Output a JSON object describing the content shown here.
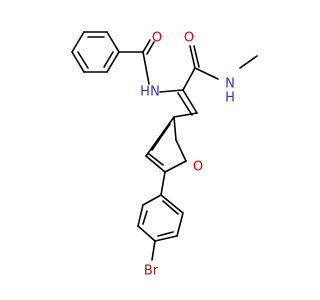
{
  "atoms": {
    "o_amide1": {
      "text": "O",
      "color": "#e00000"
    },
    "nh_amide1": {
      "text": "N",
      "color": "#3333cc"
    },
    "nh_amide1_h": {
      "text": "H",
      "color": "#3333cc"
    },
    "o_amide2": {
      "text": "O",
      "color": "#e00000"
    },
    "nh_amide2": {
      "text": "N",
      "color": "#3333cc"
    },
    "nh_amide2_h": {
      "text": "H",
      "color": "#3333cc"
    },
    "o_furan": {
      "text": "O",
      "color": "#e00000"
    },
    "br": {
      "text": "Br",
      "color": "#8b2a0a"
    }
  },
  "colors": {
    "bond": "#000000",
    "nitrogen": "#3333cc",
    "oxygen": "#e00000",
    "bromine": "#8b2a0a"
  }
}
